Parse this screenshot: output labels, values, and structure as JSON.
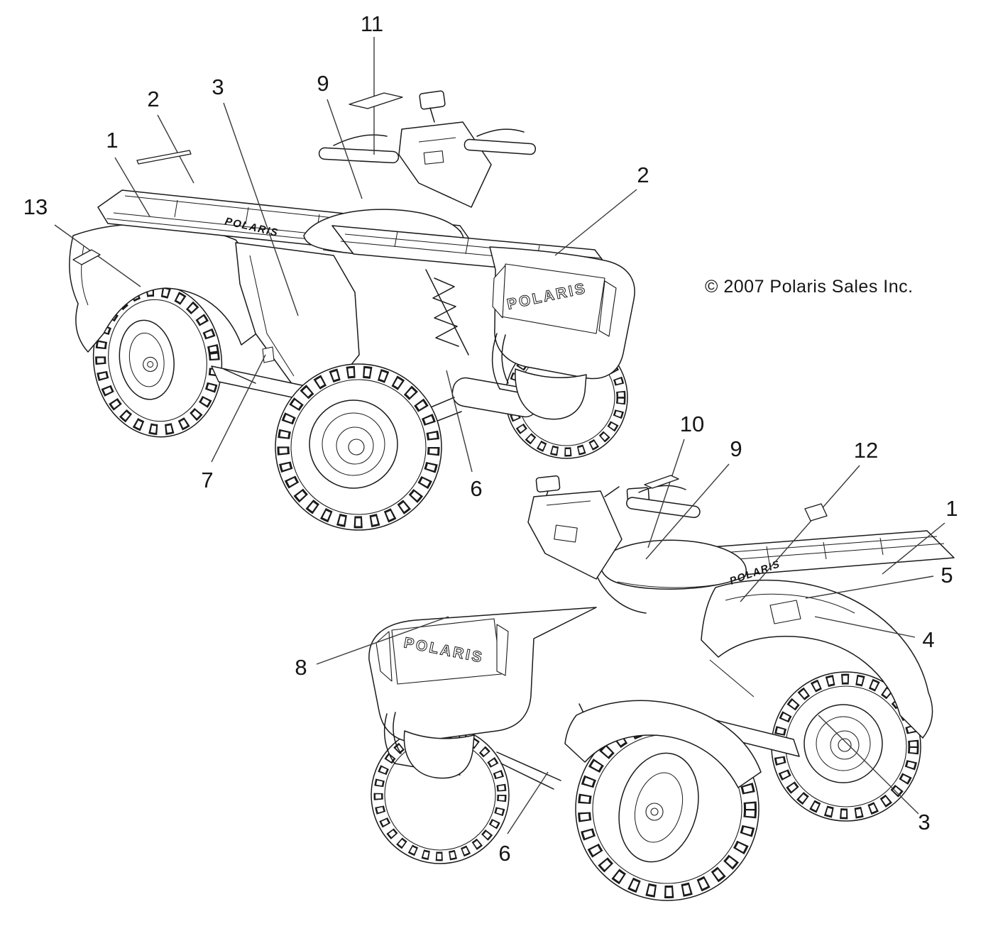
{
  "copyright": "© 2007 Polaris Sales Inc.",
  "brand": {
    "text": "POLARIS"
  },
  "callouts": [
    {
      "id": "c11",
      "label": "11"
    },
    {
      "id": "c9-upper",
      "label": "9"
    },
    {
      "id": "c3-upper",
      "label": "3"
    },
    {
      "id": "c2-upper-left",
      "label": "2"
    },
    {
      "id": "c1-upper",
      "label": "1"
    },
    {
      "id": "c13",
      "label": "13"
    },
    {
      "id": "c2-upper-right",
      "label": "2"
    },
    {
      "id": "c7",
      "label": "7"
    },
    {
      "id": "c6-upper",
      "label": "6"
    },
    {
      "id": "c10",
      "label": "10"
    },
    {
      "id": "c9-lower",
      "label": "9"
    },
    {
      "id": "c12",
      "label": "12"
    },
    {
      "id": "c1-lower",
      "label": "1"
    },
    {
      "id": "c5",
      "label": "5"
    },
    {
      "id": "c4",
      "label": "4"
    },
    {
      "id": "c3-lower",
      "label": "3"
    },
    {
      "id": "c8",
      "label": "8"
    },
    {
      "id": "c6-lower",
      "label": "6"
    }
  ],
  "colors": {
    "line": "#1a1a1a",
    "leader": "#3a3a3a",
    "background": "#ffffff",
    "text": "#161616"
  }
}
